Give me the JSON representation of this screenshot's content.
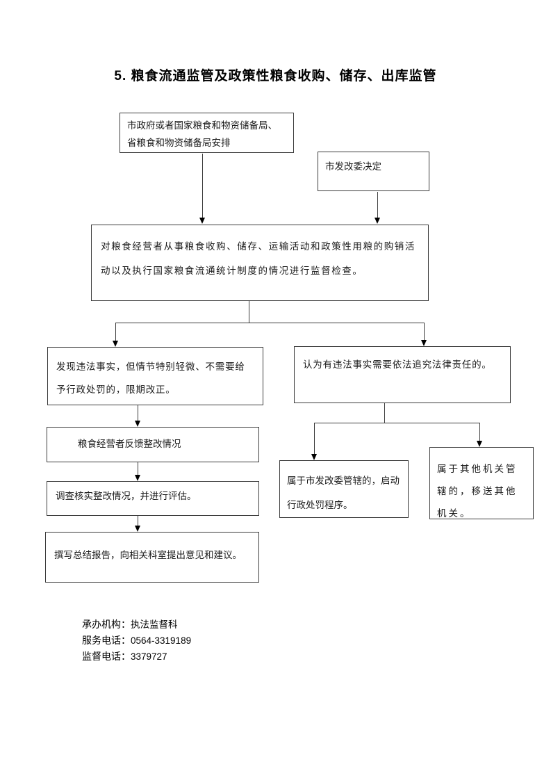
{
  "title": "5. 粮食流通监管及政策性粮食收购、储存、出库监管",
  "nodes": {
    "arrange": "市政府或者国家粮食和物资储备局、省粮食和物资储备局安排",
    "decide": "市发改委决定",
    "inspect": "对粮食经营者从事粮食收购、储存、运输活动和政策性用粮的购销活动以及执行国家粮食流通统计制度的情况进行监督检查。",
    "minor_violation": "发现违法事实，但情节特别轻微、不需要给予行政处罚的，限期改正。",
    "legal_liability": "认为有违法事实需要依法追究法律责任的。",
    "feedback": "粮食经营者反馈整改情况",
    "verify": "调查核实整改情况，并进行评估。",
    "report": "撰写总结报告，向相关科室提出意见和建议。",
    "ndrc_jurisdiction": "属于市发改委管辖的，启动行政处罚程序。",
    "other_authority": "属于其他机关管辖的，移送其他机关。"
  },
  "footer": {
    "items": [
      {
        "label": "承办机构：",
        "value": "执法监督科"
      },
      {
        "label": "服务电话：",
        "value": "0564-3319189"
      },
      {
        "label": "监督电话：",
        "value": "3379727"
      }
    ]
  }
}
